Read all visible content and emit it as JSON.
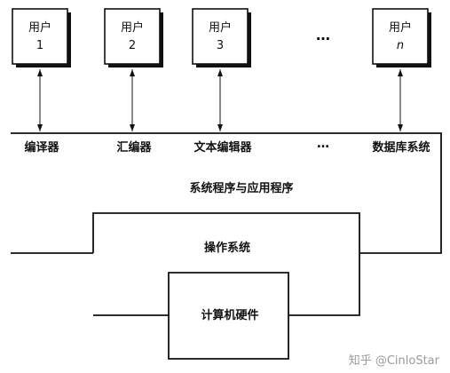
{
  "users": [
    {
      "label": "用户",
      "index": "1"
    },
    {
      "label": "用户",
      "index": "2"
    },
    {
      "label": "用户",
      "index": "3"
    },
    {
      "label": "用户",
      "index": "n"
    }
  ],
  "users_ellipsis": "…",
  "programs": [
    "编译器",
    "汇编器",
    "文本编辑器",
    "数据库系统"
  ],
  "programs_ellipsis": "…",
  "layers": {
    "system_programs": "系统程序与应用程序",
    "os": "操作系统",
    "hardware": "计算机硬件"
  },
  "watermark": "知乎 @CinloStar"
}
